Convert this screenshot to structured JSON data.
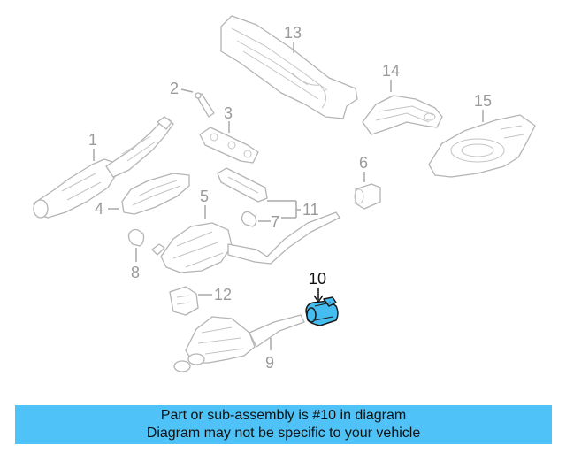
{
  "diagram": {
    "callouts": {
      "c1": "1",
      "c2": "2",
      "c3": "3",
      "c4": "4",
      "c5": "5",
      "c6": "6",
      "c7": "7",
      "c8": "8",
      "c9": "9",
      "c10": "10",
      "c11": "11",
      "c12": "12",
      "c13": "13",
      "c14": "14",
      "c15": "15"
    },
    "highlighted_part": "10",
    "highlight_color": "#45bdf0",
    "line_color": "#b4b4b4"
  },
  "banner": {
    "line1": "Part or sub-assembly is #10 in diagram",
    "line2": "Diagram may not be specific to your vehicle",
    "background": "#4fc3f7"
  }
}
